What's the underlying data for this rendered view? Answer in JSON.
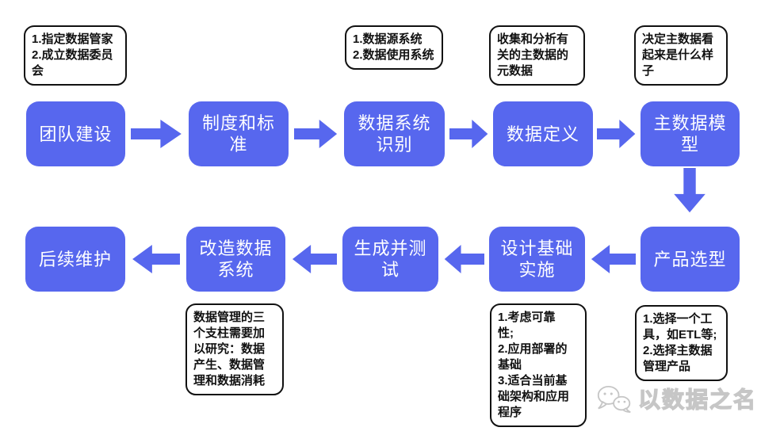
{
  "colors": {
    "node_blue": "#5767ee",
    "background": "#ffffff",
    "node_text": "#ffffff",
    "annotation_border": "#111111",
    "annotation_text": "#111111",
    "watermark_gray": "#c6c6c6"
  },
  "nodes": [
    {
      "key": "team-building",
      "label": "团队建设"
    },
    {
      "key": "rules-and-standards",
      "label": "制度和标\n准"
    },
    {
      "key": "data-system-identification",
      "label": "数据系统\n识别"
    },
    {
      "key": "data-definition",
      "label": "数据定义"
    },
    {
      "key": "master-data-model",
      "label": "主数据模\n型"
    },
    {
      "key": "product-selection",
      "label": "产品选型"
    },
    {
      "key": "design-foundation-implementation",
      "label": "设计基础\n实施"
    },
    {
      "key": "build-and-test",
      "label": "生成并测\n试"
    },
    {
      "key": "rebuild-data-systems",
      "label": "改造数据\n系统"
    },
    {
      "key": "follow-up-maintenance",
      "label": "后续维护"
    }
  ],
  "annotations": [
    {
      "key": "team-building-note",
      "text": "1.指定数据管家\n2.成立数据委员\n会"
    },
    {
      "key": "data-system-note",
      "text": "1.数据源系统\n2.数据使用系统"
    },
    {
      "key": "data-definition-note",
      "text": "收集和分析有\n关的主数据的\n元数据"
    },
    {
      "key": "master-data-model-note",
      "text": "决定主数据看\n起来是什么样\n子"
    },
    {
      "key": "rebuild-systems-note",
      "text": "数据管理的三\n个支柱需要加\n以研究：数据\n产生、数据管\n理和数据消耗"
    },
    {
      "key": "design-foundation-note",
      "text": "1.考虑可靠\n性;\n2.应用部署的\n基础\n3.适合当前基\n础架构和应用\n程序"
    },
    {
      "key": "product-selection-note",
      "text": "1.选择一个工\n具，如ETL等;\n2.选择主数据\n管理产品"
    }
  ],
  "watermark": {
    "text": "以数据之名",
    "icon": "wechat-icon"
  }
}
